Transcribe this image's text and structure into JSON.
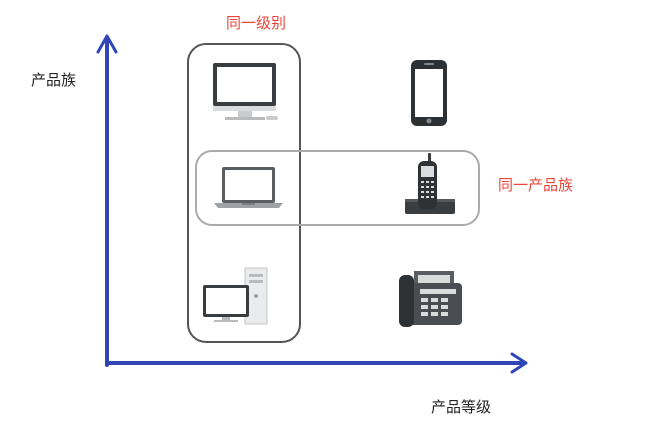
{
  "labels": {
    "y_axis": "产品族",
    "x_axis": "产品等级",
    "same_level": "同一级别",
    "same_family": "同一产品族"
  },
  "colors": {
    "axis": "#2f45b8",
    "highlight_text": "#e8463a",
    "group_border": "#555555",
    "family_border": "#aaaaaa",
    "device_dark": "#3a3d40",
    "device_light": "#d9dbdd"
  },
  "icons": [
    "desktop-monitor-icon",
    "smartphone-icon",
    "laptop-icon",
    "cordless-phone-icon",
    "desktop-pc-icon",
    "fax-phone-icon"
  ]
}
